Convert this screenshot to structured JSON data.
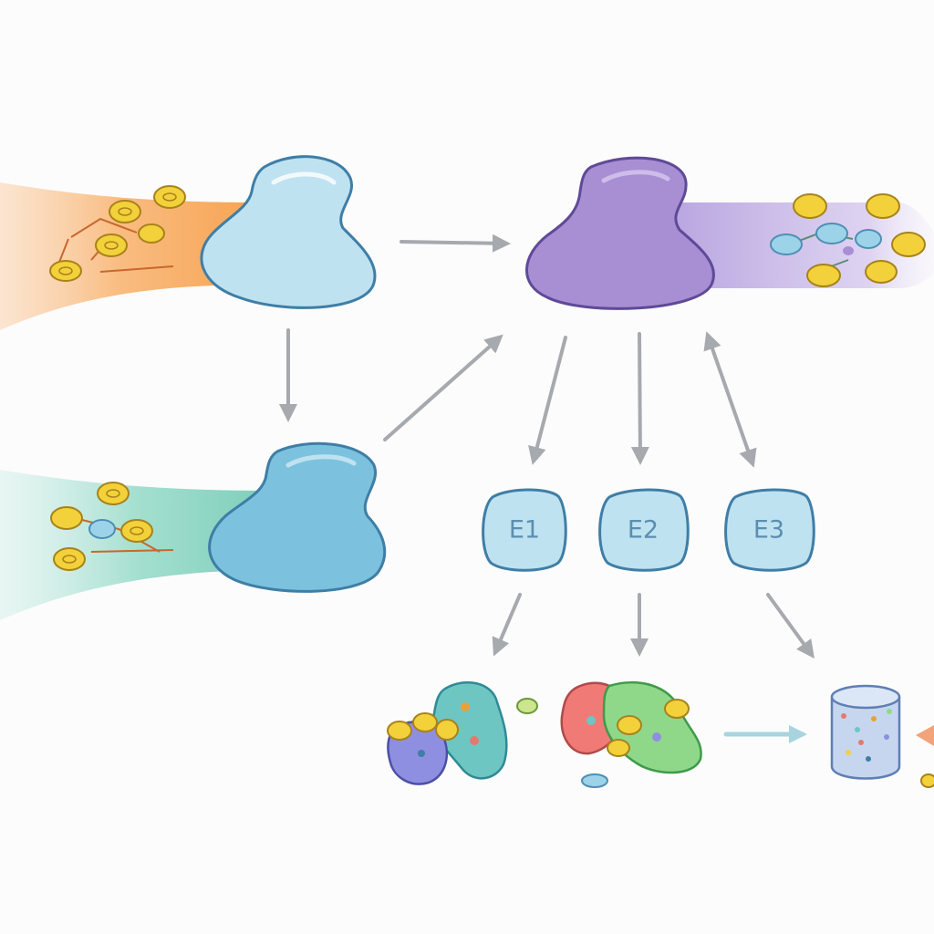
{
  "nodes": {
    "e1": {
      "label": "E1"
    },
    "e2": {
      "label": "E2"
    },
    "e3": {
      "label": "E3"
    }
  },
  "colors": {
    "light_blue_blob": "#bfe2f1",
    "mid_blue_blob": "#7cc2df",
    "purple_blob": "#a88ed3",
    "blob_outline": "#3f7ea6",
    "purple_outline": "#5e4a97",
    "arrow_gray": "#a6a9ad",
    "arrow_cyan": "#a8d4e0",
    "orange_stream": "#f6a55a",
    "teal_stream": "#7fd0be",
    "lavender_stream": "#c6b6e6",
    "coin_yellow": "#f2d13b"
  }
}
